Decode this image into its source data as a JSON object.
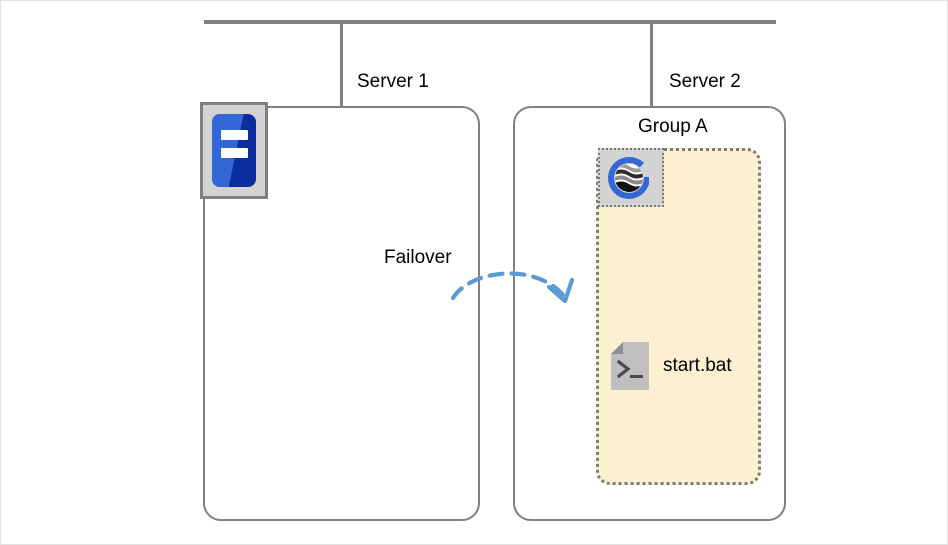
{
  "diagram": {
    "title": "Failover cluster diagram",
    "colors": {
      "line_gray": "#808080",
      "group_fill": "#fdf0d0",
      "group_border": "#7a7a7a",
      "arrow_blue": "#5b9bd5",
      "logo_blue": "#3367d6",
      "app_icon_blue_dark": "#0b2e9e",
      "app_icon_blue_light": "#3367d6",
      "doc_gray": "#bfbfbf",
      "canvas_border": "#e2e2e2"
    },
    "servers": [
      {
        "id": "server1",
        "label": "Server 1"
      },
      {
        "id": "server2",
        "label": "Server 2"
      }
    ],
    "group": {
      "label": "Group A",
      "resources": [
        {
          "type": "application",
          "icon": "g-logo-icon"
        },
        {
          "type": "script",
          "icon": "script-file-icon",
          "name": "start.bat"
        }
      ]
    },
    "failover": {
      "label": "Failover",
      "from": "server1",
      "to": "server2",
      "style": "dashed-curved-arrow"
    },
    "network": {
      "type": "bus",
      "icon": "network-bus-line"
    }
  }
}
